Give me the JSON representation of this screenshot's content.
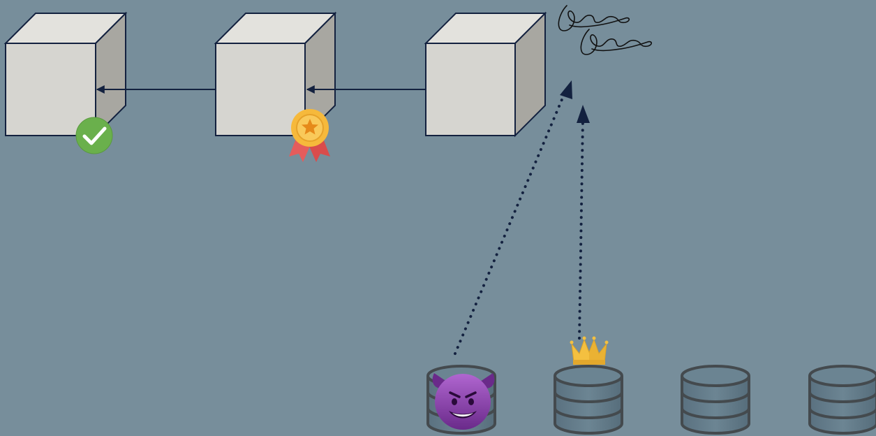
{
  "diagram": {
    "background_color": "#778e9b",
    "blocks": [
      {
        "id": "block-1",
        "badge": "check-icon"
      },
      {
        "id": "block-2",
        "badge": "medal-icon"
      },
      {
        "id": "block-3",
        "badge": "none"
      }
    ],
    "block_links": [
      {
        "from": "block-2",
        "to": "block-1"
      },
      {
        "from": "block-3",
        "to": "block-2"
      }
    ],
    "signatures": [
      {
        "id": "signature-1",
        "kind": "handwritten-signature"
      },
      {
        "id": "signature-2",
        "kind": "handwritten-signature"
      }
    ],
    "databases": [
      {
        "id": "db-1",
        "marker": "devil-emoji-icon"
      },
      {
        "id": "db-2",
        "marker": "crown-icon"
      },
      {
        "id": "db-3",
        "marker": "none"
      },
      {
        "id": "db-4",
        "marker": "none"
      }
    ],
    "dotted_links": [
      {
        "from": "db-1",
        "to": "signature-1"
      },
      {
        "from": "db-2",
        "to": "signature-2"
      }
    ],
    "colors": {
      "cube_front": "#d6d5d0",
      "cube_top": "#e3e2dd",
      "cube_side": "#a8a7a1",
      "cube_outline": "#13213f",
      "arrow": "#13213f",
      "database_fill": "#5d7583",
      "database_outline": "#444a4e",
      "check_green": "#6ab04c",
      "medal_gold": "#f6b93b",
      "medal_ribbon": "#e55c5c",
      "crown_gold": "#f4c040",
      "devil_purple": "#8e44ad"
    }
  }
}
